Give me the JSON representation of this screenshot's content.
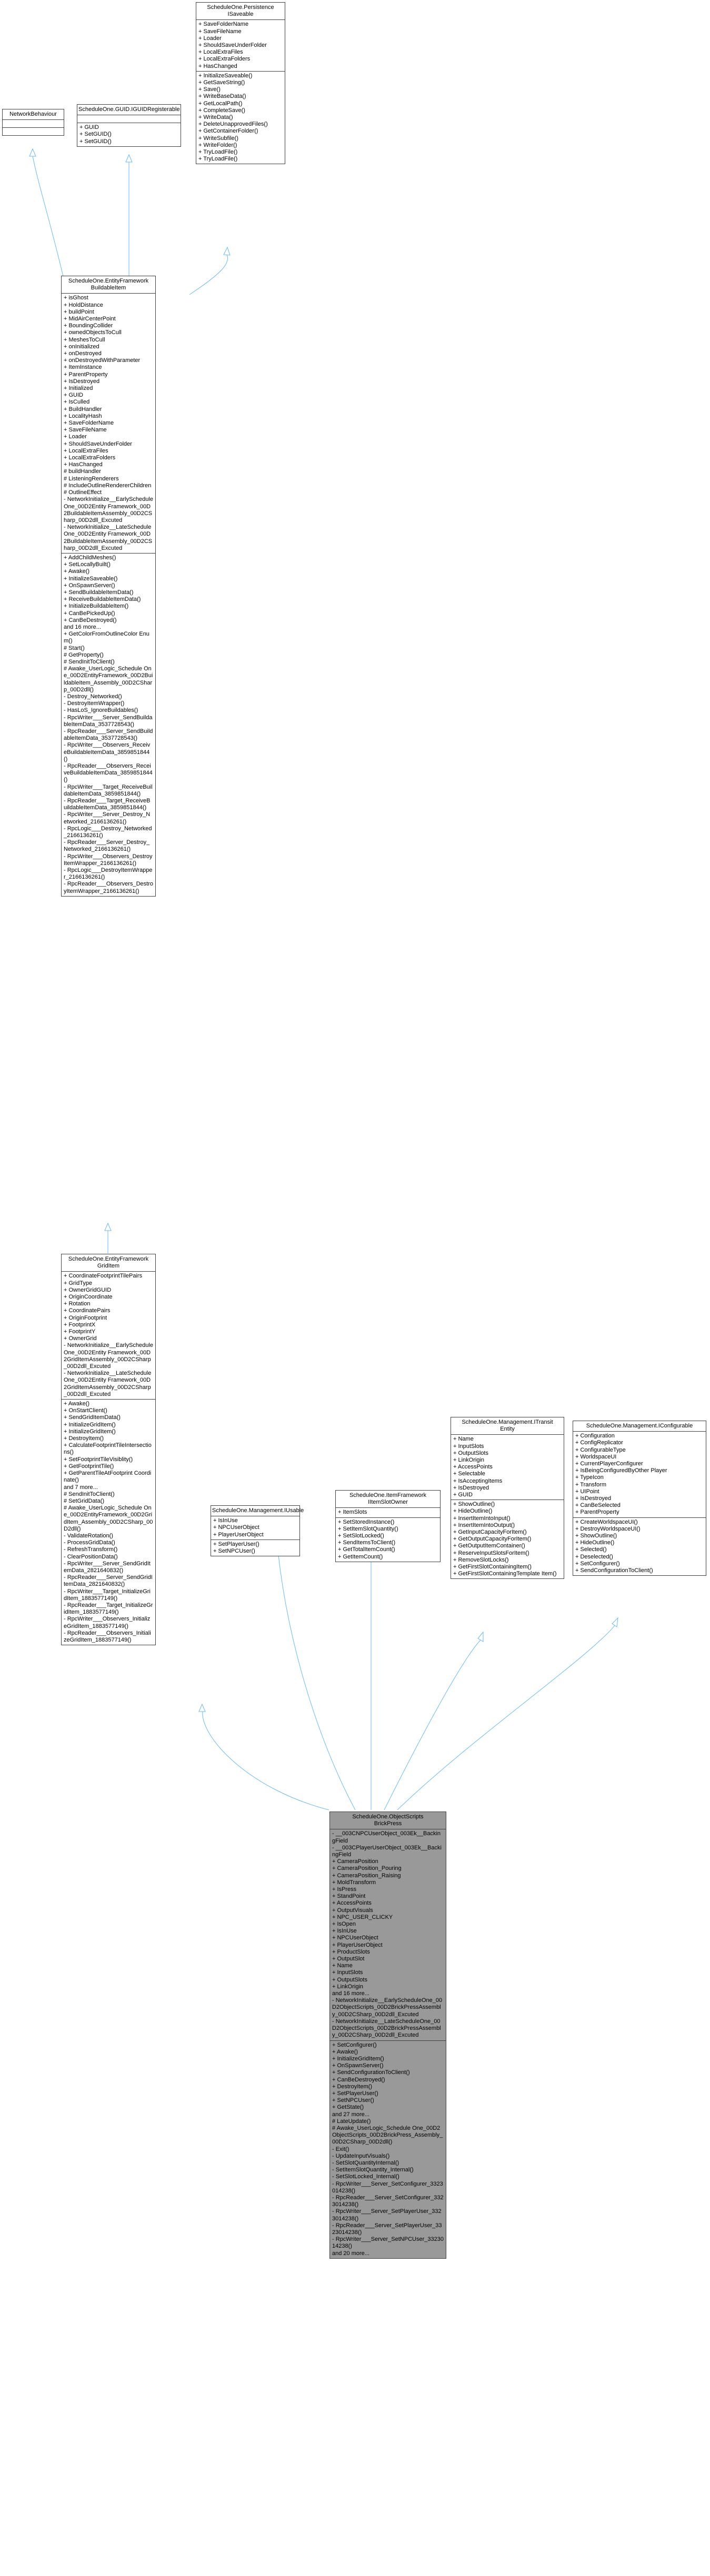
{
  "diagram": {
    "classes": [
      {
        "id": "network-behaviour",
        "title": [
          "NetworkBehaviour"
        ],
        "sections": [
          [],
          []
        ]
      },
      {
        "id": "iuniquely-identifiable",
        "title": [
          "ScheduleOne.GUID.IGUIDRegisterable"
        ],
        "sections": [
          [],
          [
            "+ GUID",
            "+ SetGUID()",
            "+ SetGUID()"
          ]
        ]
      },
      {
        "id": "persistence-saveable",
        "title": [
          "ScheduleOne.Persistence",
          "ISaveable"
        ],
        "sections": [
          [
            "+ SaveFolderName",
            "+ SaveFileName",
            "+ Loader",
            "+ ShouldSaveUnderFolder",
            "+ LocalExtraFiles",
            "+ LocalExtraFolders",
            "+ HasChanged"
          ],
          [
            "+ InitializeSaveable()",
            "+ GetSaveString()",
            "+ Save()",
            "+ WriteBaseData()",
            "+ GetLocalPath()",
            "+ CompleteSave()",
            "+ WriteData()",
            "+ DeleteUnapprovedFiles()",
            "+ GetContainerFolder()",
            "+ WriteSubfile()",
            "+ WriteFolder()",
            "+ TryLoadFile()",
            "+ TryLoadFile()"
          ]
        ]
      },
      {
        "id": "buildable-item",
        "title": [
          "ScheduleOne.EntityFramework",
          "BuildableItem"
        ],
        "sections": [
          [
            "+ isGhost",
            "+ HoldDistance",
            "+ buildPoint",
            "+ MidAirCenterPoint",
            "+ BoundingCollider",
            "+ ownedObjectsToCull",
            "+ MeshesToCull",
            "+ onInitialized",
            "+ onDestroyed",
            "+ onDestroyedWithParameter",
            "+ ItemInstance",
            "+ ParentProperty",
            "+ IsDestroyed",
            "+ Initialized",
            "+ GUID",
            "+ IsCulled",
            "+ BuildHandler",
            "+ LocalityHash",
            "+ SaveFolderName",
            "+ SaveFileName",
            "+ Loader",
            "+ ShouldSaveUnderFolder",
            "+ LocalExtraFiles",
            "+ LocalExtraFolders",
            "+ HasChanged",
            "# buildHandler",
            "# ListeningRenderers",
            "# IncludeOutlineRendererChildren",
            "# OutlineEffect",
            "- NetworkInitialize__EarlyScheduleOne_00D2Entity Framework_00D2BuildableItemAssembly_00D2CSharp_00D2dll_Excuted",
            "- NetworkInitialize__LateScheduleOne_00D2Entity Framework_00D2BuildableItemAssembly_00D2CSharp_00D2dll_Excuted"
          ],
          [
            "+ AddChildMeshes()",
            "+ SetLocallyBuilt()",
            "+ Awake()",
            "+ InitializeSaveable()",
            "+ OnSpawnServer()",
            "+ SendBuildableItemData()",
            "+ ReceiveBuildableItemData()",
            "+ InitializeBuildableItem()",
            "+ CanBePickedUp()",
            "+ CanBeDestroyed()",
            "and 16 more...",
            "+ GetColorFromOutlineColor Enum()",
            "# Start()",
            "# GetProperty()",
            "# SendInitToClient()",
            "# Awake_UserLogic_Schedule One_00D2EntityFramework_00D2BuildableItem_Assembly_00D2CSharp_00D2dll()",
            "- Destroy_Networked()",
            "- DestroyItemWrapper()",
            "- HasLoS_IgnoreBuildables()",
            "- RpcWriter___Server_SendBuildableItemData_3537728543()",
            "- RpcReader___Server_SendBuildableItemData_3537728543()",
            "- RpcWriter___Observers_ReceiveBuildableItemData_3859851844()",
            "- RpcReader___Observers_ReceiveBuildableItemData_3859851844()",
            "- RpcWriter___Target_ReceiveBuildableItemData_3859851844()",
            "- RpcReader___Target_ReceiveBuildableItemData_3859851844()",
            "- RpcWriter___Server_Destroy_Networked_2166136261()",
            "- RpcLogic___Destroy_Networked_2166136261()",
            "- RpcReader___Server_Destroy_Networked_2166136261()",
            "- RpcWriter___Observers_DestroyItemWrapper_2166136261()",
            "- RpcLogic___DestroyItemWrapper_2166136261()",
            "- RpcReader___Observers_DestroyItemWrapper_2166136261()"
          ]
        ]
      },
      {
        "id": "grid-item",
        "title": [
          "ScheduleOne.EntityFramework",
          "GridItem"
        ],
        "sections": [
          [
            "+ CoordinateFootprintTilePairs",
            "+ GridType",
            "+ OwnerGridGUID",
            "+ OriginCoordinate",
            "+ Rotation",
            "+ CoordinatePairs",
            "+ OriginFootprint",
            "+ FootprintX",
            "+ FootprintY",
            "+ OwnerGrid",
            "- NetworkInitialize__EarlyScheduleOne_00D2Entity Framework_00D2GridItemAssembly_00D2CSharp_00D2dll_Excuted",
            "- NetworkInitialize__LateScheduleOne_00D2Entity Framework_00D2GridItemAssembly_00D2CSharp_00D2dll_Excuted"
          ],
          [
            "+ Awake()",
            "+ OnStartClient()",
            "+ SendGridItemData()",
            "+ InitializeGridItem()",
            "+ InitializeGridItem()",
            "+ DestroyItem()",
            "+ CalculateFootprintTileIntersections()",
            "+ SetFootprintTileVisiblity()",
            "+ GetFootprintTile()",
            "+ GetParentTileAtFootprint Coordinate()",
            "and 7 more...",
            "# SendInitToClient()",
            "# SetGridData()",
            "# Awake_UserLogic_Schedule One_00D2EntityFramework_00D2GridItem_Assembly_00D2CSharp_00D2dll()",
            "- ValidateRotation()",
            "- ProcessGridData()",
            "- RefreshTransform()",
            "- ClearPositionData()",
            "- RpcWriter___Server_SendGridItemData_2821640832()",
            "- RpcReader___Server_SendGridItemData_2821640832()",
            "- RpcWriter___Target_InitializeGridItem_1883577149()",
            "- RpcReader___Target_InitializeGridItem_1883577149()",
            "- RpcWriter___Observers_InitializeGridItem_1883577149()",
            "- RpcReader___Observers_InitializeGridItem_1883577149()"
          ]
        ]
      },
      {
        "id": "iusable",
        "title": [
          "ScheduleOne.Management.IUsable"
        ],
        "sections": [
          [
            "+ IsInUse",
            "+ NPCUserObject",
            "+ PlayerUserObject"
          ],
          [
            "+ SetPlayerUser()",
            "+ SetNPCUser()"
          ]
        ]
      },
      {
        "id": "iitem-slot-owner",
        "title": [
          "ScheduleOne.ItemFramework",
          "IItemSlotOwner"
        ],
        "sections": [
          [
            "+ ItemSlots"
          ],
          [
            "+ SetStoredInstance()",
            "+ SetItemSlotQuantity()",
            "+ SetSlotLocked()",
            "+ SendItemsToClient()",
            "+ GetTotalItemCount()",
            "+ GetItemCount()"
          ]
        ]
      },
      {
        "id": "itransit-entity",
        "title": [
          "ScheduleOne.Management.ITransit",
          "Entity"
        ],
        "sections": [
          [
            "+ Name",
            "+ InputSlots",
            "+ OutputSlots",
            "+ LinkOrigin",
            "+ AccessPoints",
            "+ Selectable",
            "+ IsAcceptingItems",
            "+ IsDestroyed",
            "+ GUID"
          ],
          [
            "+ ShowOutline()",
            "+ HideOutline()",
            "+ InsertItemIntoInput()",
            "+ InsertItemIntoOutput()",
            "+ GetInputCapacityForItem()",
            "+ GetOutputCapacityForItem()",
            "+ GetOutputItemContainer()",
            "+ ReserveInputSlotsForItem()",
            "+ RemoveSlotLocks()",
            "+ GetFirstSlotContainingItem()",
            "+ GetFirstSlotContainingTemplate Item()"
          ]
        ]
      },
      {
        "id": "iconfigurable",
        "title": [
          "ScheduleOne.Management.IConfigurable"
        ],
        "sections": [
          [
            "+ Configuration",
            "+ ConfigReplicator",
            "+ ConfigurableType",
            "+ WorldspaceUI",
            "+ CurrentPlayerConfigurer",
            "+ IsBeingConfiguredByOther Player",
            "+ TypeIcon",
            "+ Transform",
            "+ UIPoint",
            "+ IsDestroyed",
            "+ CanBeSelected",
            "+ ParentProperty"
          ],
          [
            "+ CreateWorldspaceUI()",
            "+ DestroyWorldspaceUI()",
            "+ ShowOutline()",
            "+ HideOutline()",
            "+ Selected()",
            "+ Deselected()",
            "+ SetConfigurer()",
            "+ SendConfigurationToClient()"
          ]
        ]
      },
      {
        "id": "brick-press",
        "focus": true,
        "title": [
          "ScheduleOne.ObjectScripts",
          "BrickPress"
        ],
        "sections": [
          [
            "- __003CNPCUserObject_003Ek__BackingField",
            "- __003CPlayerUserObject_003Ek__BackingField",
            "+ CameraPosition",
            "+ CameraPosition_Pouring",
            "+ CameraPosition_Raising",
            "+ MoldTransform",
            "+ IsPress",
            "+ StandPoint",
            "+ AccessPoints",
            "+ OutputVisuals",
            "+ NPC_USER_CLICKY",
            "+ IsOpen",
            "+ IsInUse",
            "+ NPCUserObject",
            "+ PlayerUserObject",
            "+ ProductSlots",
            "+ OutputSlot",
            "+ Name",
            "+ InputSlots",
            "+ OutputSlots",
            "+ LinkOrigin",
            "and 16 more...",
            "- NetworkInitialize__EarlyScheduleOne_00D2ObjectScripts_00D2BrickPressAssembly_00D2CSharp_00D2dll_Excuted",
            "- NetworkInitialize__LateScheduleOne_00D2ObjectScripts_00D2BrickPressAssembly_00D2CSharp_00D2dll_Excuted"
          ],
          [
            "+ SetConfigurer()",
            "+ Awake()",
            "+ InitializeGridItem()",
            "+ OnSpawnServer()",
            "+ SendConfigurationToClient()",
            "+ CanBeDestroyed()",
            "+ DestroyItem()",
            "+ SetPlayerUser()",
            "+ SetNPCUser()",
            "+ GetState()",
            "and 27 more...",
            "# LateUpdate()",
            "# Awake_UserLogic_Schedule One_00D2ObjectScripts_00D2BrickPress_Assembly_00D2CSharp_00D2dll()",
            "- Exit()",
            "- UpdateInputVisuals()",
            "- SetSlotQuantityInternal()",
            "- SetItemSlotQuantity_Internal()",
            "- SetSlotLocked_Internal()",
            "- RpcWriter___Server_SetConfigurer_3323014238()",
            "- RpcReader___Server_SetConfigurer_3323014238()",
            "- RpcWriter___Server_SetPlayerUser_3323014238()",
            "- RpcReader___Server_SetPlayerUser_3323014238()",
            "- RpcWriter___Server_SetNPCUser_3323014238()",
            "and 20 more..."
          ]
        ]
      }
    ]
  }
}
